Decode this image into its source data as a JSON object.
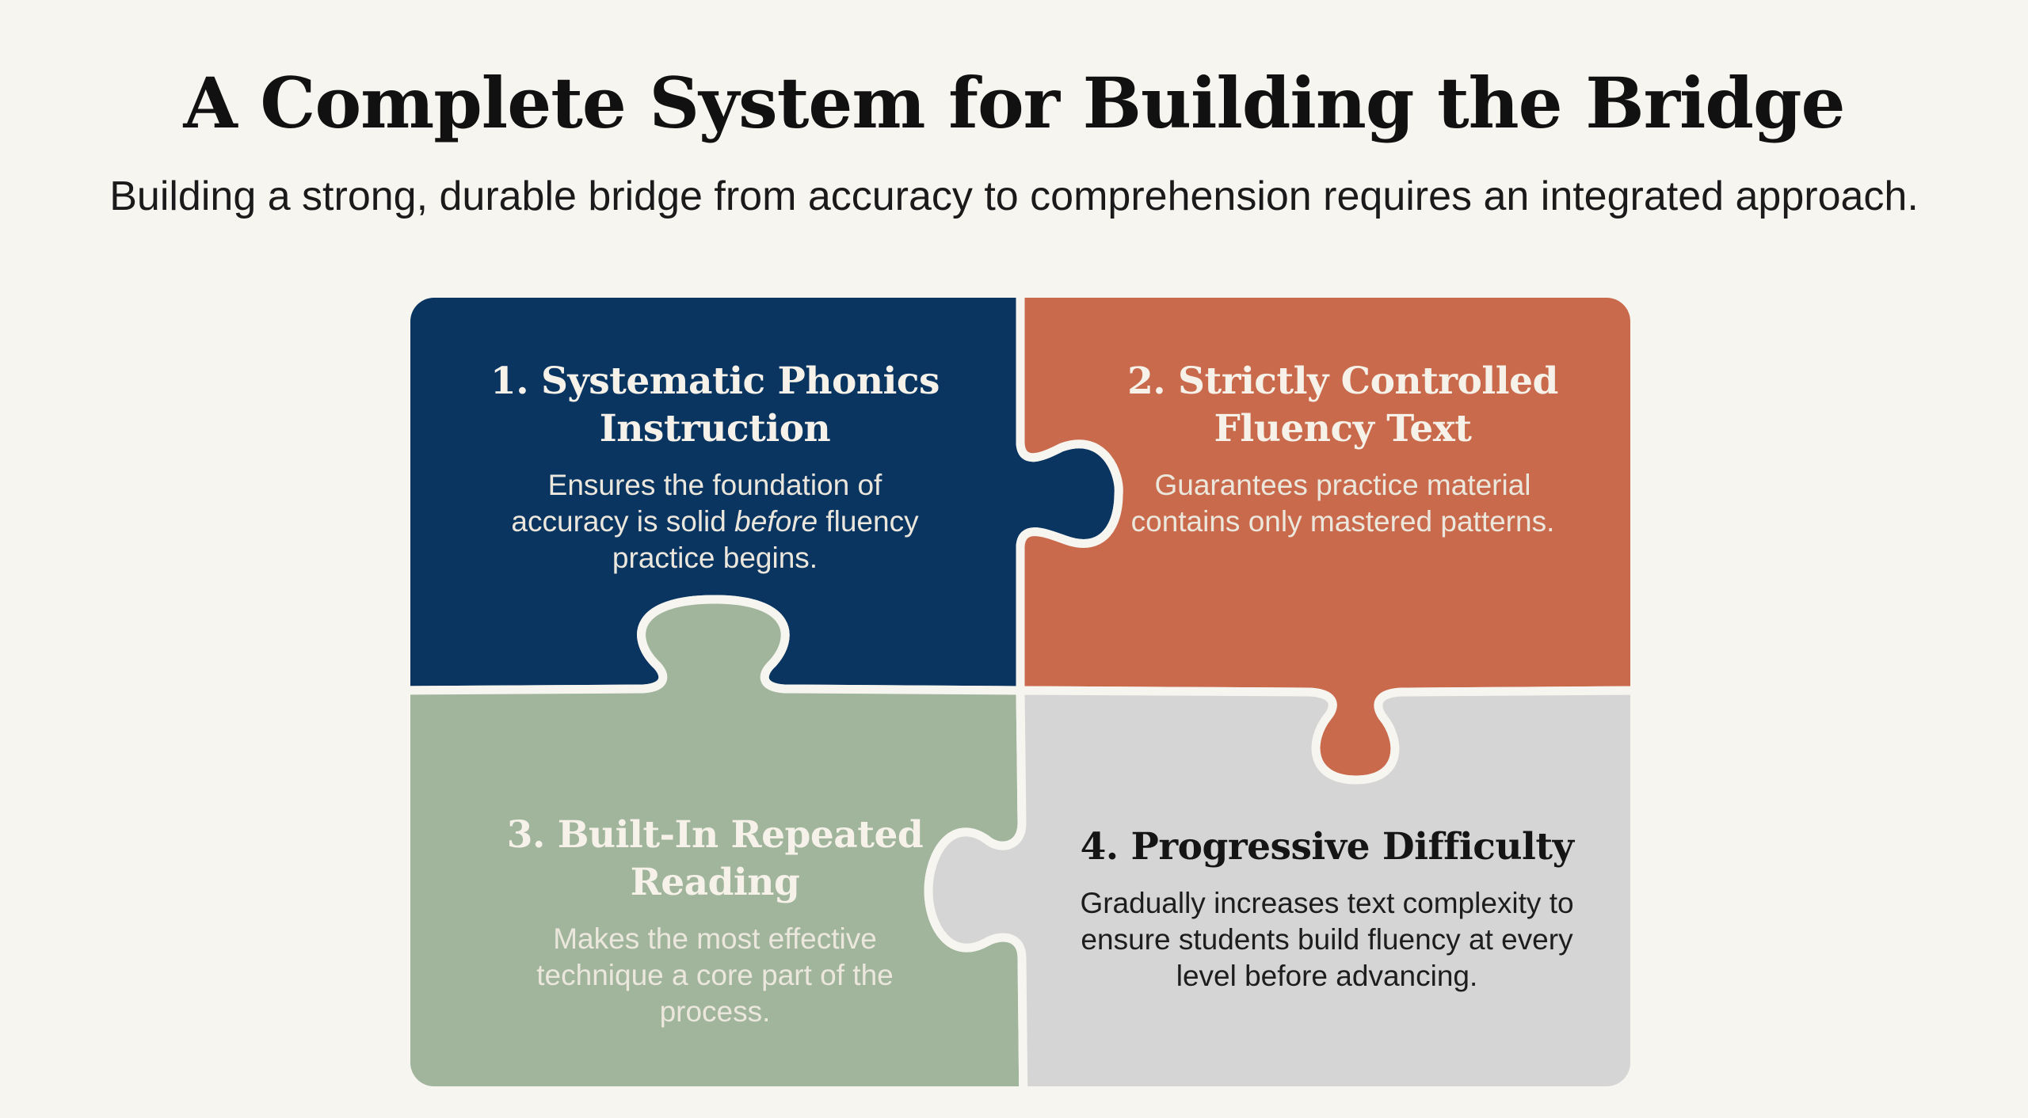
{
  "header": {
    "title": "A Complete System for Building the Bridge",
    "subtitle": "Building a strong, durable bridge from accuracy to comprehension requires an integrated approach."
  },
  "pieces": [
    {
      "title": "1. Systematic Phonics Instruction",
      "title_lines": [
        "1. Systematic Phonics",
        "Instruction"
      ],
      "desc_before": "Ensures the foundation of accuracy is solid ",
      "desc_emphasis": "before",
      "desc_after": " fluency practice begins.",
      "color": "#0a3561"
    },
    {
      "title": "2. Strictly Controlled Fluency Text",
      "title_lines": [
        "2. Strictly Controlled",
        "Fluency Text"
      ],
      "desc": "Guarantees practice material contains only mastered patterns.",
      "color": "#c86a4b"
    },
    {
      "title": "3. Built-In Repeated Reading",
      "title_lines": [
        "3. Built-In Repeated",
        "Reading"
      ],
      "desc": "Makes the most effective technique a core part of the process.",
      "color": "#a1b59d"
    },
    {
      "title": "4. Progressive Difficulty",
      "title_lines": [
        "4. Progressive Difficulty"
      ],
      "desc": "Gradually increases text complexity to ensure students build fluency at every level before advancing.",
      "color": "#d5d5d5"
    }
  ],
  "colors": {
    "background": "#f7f5f0",
    "seam": "#f7f5f0"
  }
}
